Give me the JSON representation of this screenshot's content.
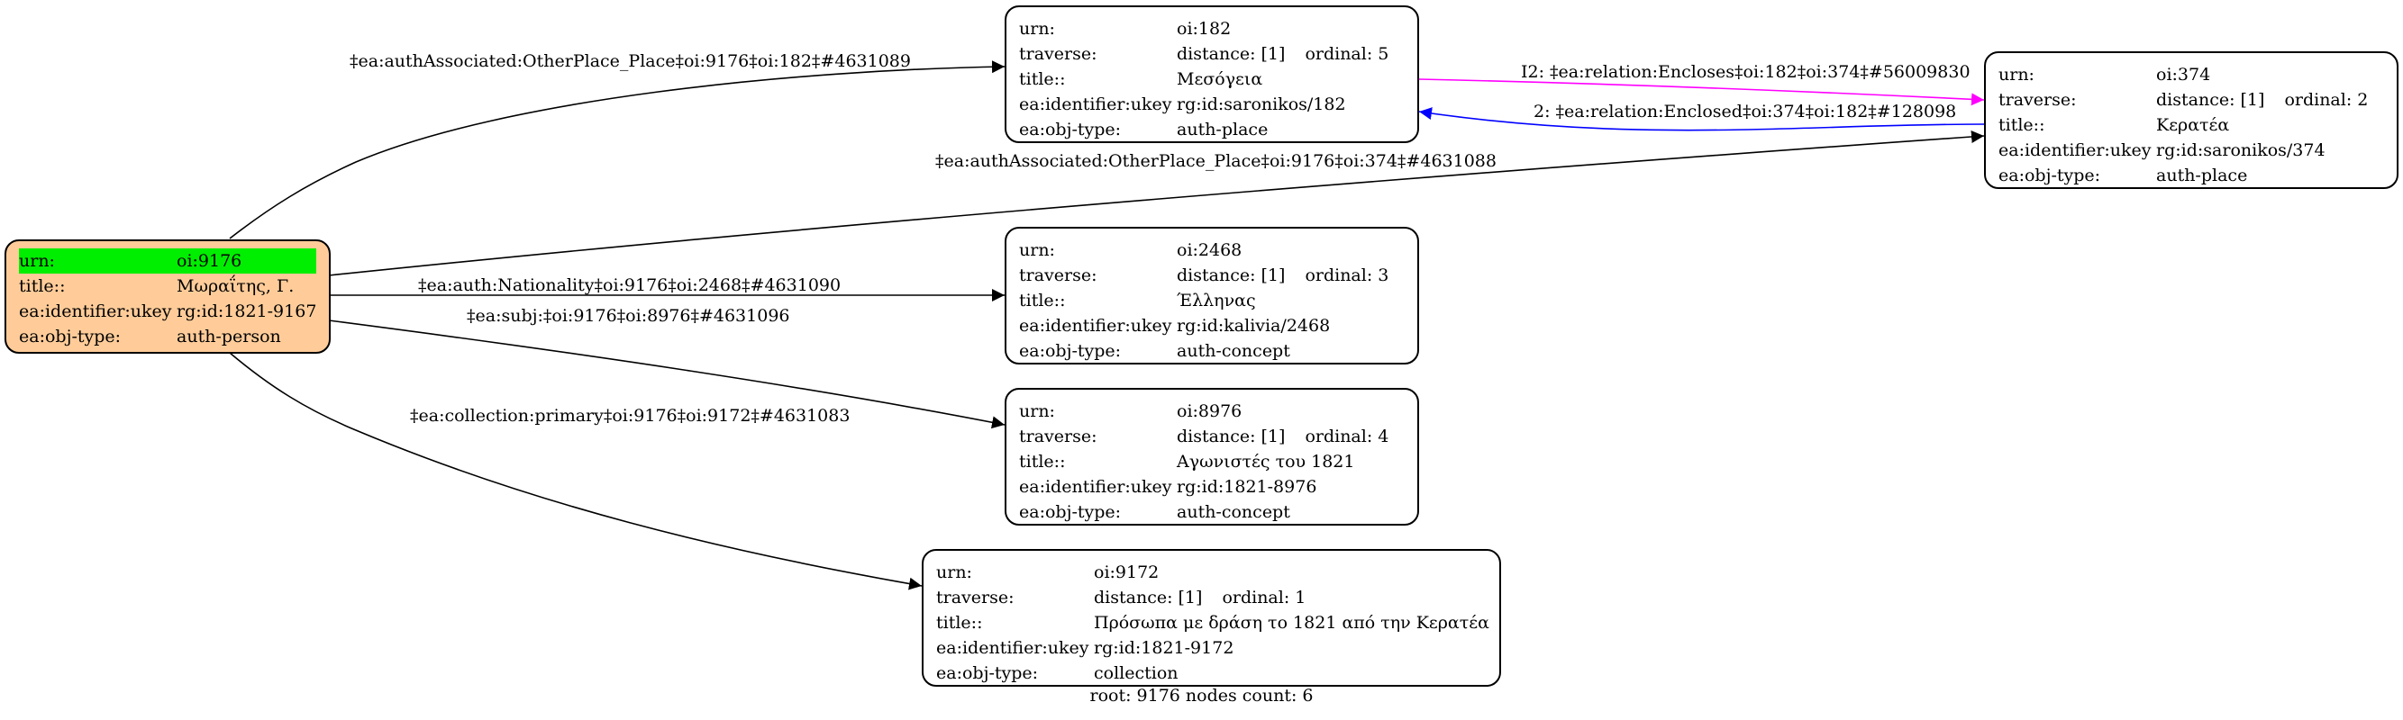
{
  "nodes": {
    "n9176": {
      "rows": [
        {
          "k": "urn:",
          "v": "oi:9176"
        },
        {
          "k": "title::",
          "v": "Μωραΐτης, Γ."
        },
        {
          "k": "ea:identifier:ukey",
          "v": "rg:id:1821-9167"
        },
        {
          "k": "ea:obj-type:",
          "v": "auth-person"
        }
      ]
    },
    "n182": {
      "rows": [
        {
          "k": "urn:",
          "v": "oi:182"
        },
        {
          "k": "traverse:",
          "v": "distance: [1]",
          "ord": "ordinal: 5"
        },
        {
          "k": "title::",
          "v": "Μεσόγεια"
        },
        {
          "k": "ea:identifier:ukey",
          "v": "rg:id:saronikos/182"
        },
        {
          "k": "ea:obj-type:",
          "v": "auth-place"
        }
      ]
    },
    "n374": {
      "rows": [
        {
          "k": "urn:",
          "v": "oi:374"
        },
        {
          "k": "traverse:",
          "v": "distance: [1]",
          "ord": "ordinal: 2"
        },
        {
          "k": "title::",
          "v": "Κερατέα"
        },
        {
          "k": "ea:identifier:ukey",
          "v": "rg:id:saronikos/374"
        },
        {
          "k": "ea:obj-type:",
          "v": "auth-place"
        }
      ]
    },
    "n2468": {
      "rows": [
        {
          "k": "urn:",
          "v": "oi:2468"
        },
        {
          "k": "traverse:",
          "v": "distance: [1]",
          "ord": "ordinal: 3"
        },
        {
          "k": "title::",
          "v": "Έλληνας"
        },
        {
          "k": "ea:identifier:ukey",
          "v": "rg:id:kalivia/2468"
        },
        {
          "k": "ea:obj-type:",
          "v": "auth-concept"
        }
      ]
    },
    "n8976": {
      "rows": [
        {
          "k": "urn:",
          "v": "oi:8976"
        },
        {
          "k": "traverse:",
          "v": "distance: [1]",
          "ord": "ordinal: 4"
        },
        {
          "k": "title::",
          "v": "Αγωνιστές του 1821"
        },
        {
          "k": "ea:identifier:ukey",
          "v": "rg:id:1821-8976"
        },
        {
          "k": "ea:obj-type:",
          "v": "auth-concept"
        }
      ]
    },
    "n9172": {
      "rows": [
        {
          "k": "urn:",
          "v": "oi:9172"
        },
        {
          "k": "traverse:",
          "v": "distance: [1]",
          "ord": "ordinal: 1"
        },
        {
          "k": "title::",
          "v": "Πρόσωπα με δράση το 1821 από την Κερατέα"
        },
        {
          "k": "ea:identifier:ukey",
          "v": "rg:id:1821-9172"
        },
        {
          "k": "ea:obj-type:",
          "v": "collection"
        }
      ]
    }
  },
  "edges": {
    "e_9176_182": "‡ea:authAssociated:OtherPlace_Place‡oi:9176‡oi:182‡#4631089",
    "e_182_374": "I2: ‡ea:relation:Encloses‡oi:182‡oi:374‡#56009830",
    "e_374_182": "2: ‡ea:relation:Enclosed‡oi:374‡oi:182‡#128098",
    "e_9176_374": "‡ea:authAssociated:OtherPlace_Place‡oi:9176‡oi:374‡#4631088",
    "e_9176_2468": "‡ea:auth:Nationality‡oi:9176‡oi:2468‡#4631090",
    "e_9176_8976": "‡ea:subj:‡oi:9176‡oi:8976‡#4631096",
    "e_9176_9172": "‡ea:collection:primary‡oi:9176‡oi:9172‡#4631083"
  },
  "colors": {
    "root_fill": "#ffcc99",
    "highlight": "#00ee00",
    "encloses_edge": "#ff00ff",
    "enclosed_edge": "#0000ff",
    "default_edge": "#000000"
  },
  "footer": "root: 9176 nodes count: 6"
}
